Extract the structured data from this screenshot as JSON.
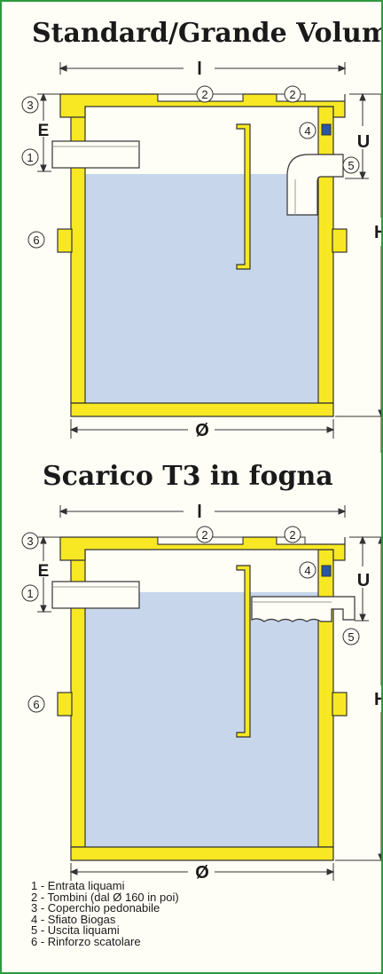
{
  "diagram1": {
    "title": "Standard/Grande Volume"
  },
  "diagram2": {
    "title": "Scarico T3 in fogna"
  },
  "dimensions": {
    "l": "l",
    "e": "E",
    "u": "U",
    "h": "H",
    "d": "Ø"
  },
  "callouts": [
    "1",
    "2",
    "3",
    "4",
    "5",
    "6"
  ],
  "legend": [
    "1 - Entrata liquami",
    "2 - Tombini (dal Ø 160 in poi)",
    "3 - Coperchio pedonabile",
    "4 - Sfiato Biogas",
    "5 - Uscita liquami",
    "6 - Rinforzo scatolare"
  ],
  "colors": {
    "tank": "#f7e823",
    "liquid": "#c7d6ea",
    "border": "#2e9a3e",
    "vent": "#2756a8"
  }
}
